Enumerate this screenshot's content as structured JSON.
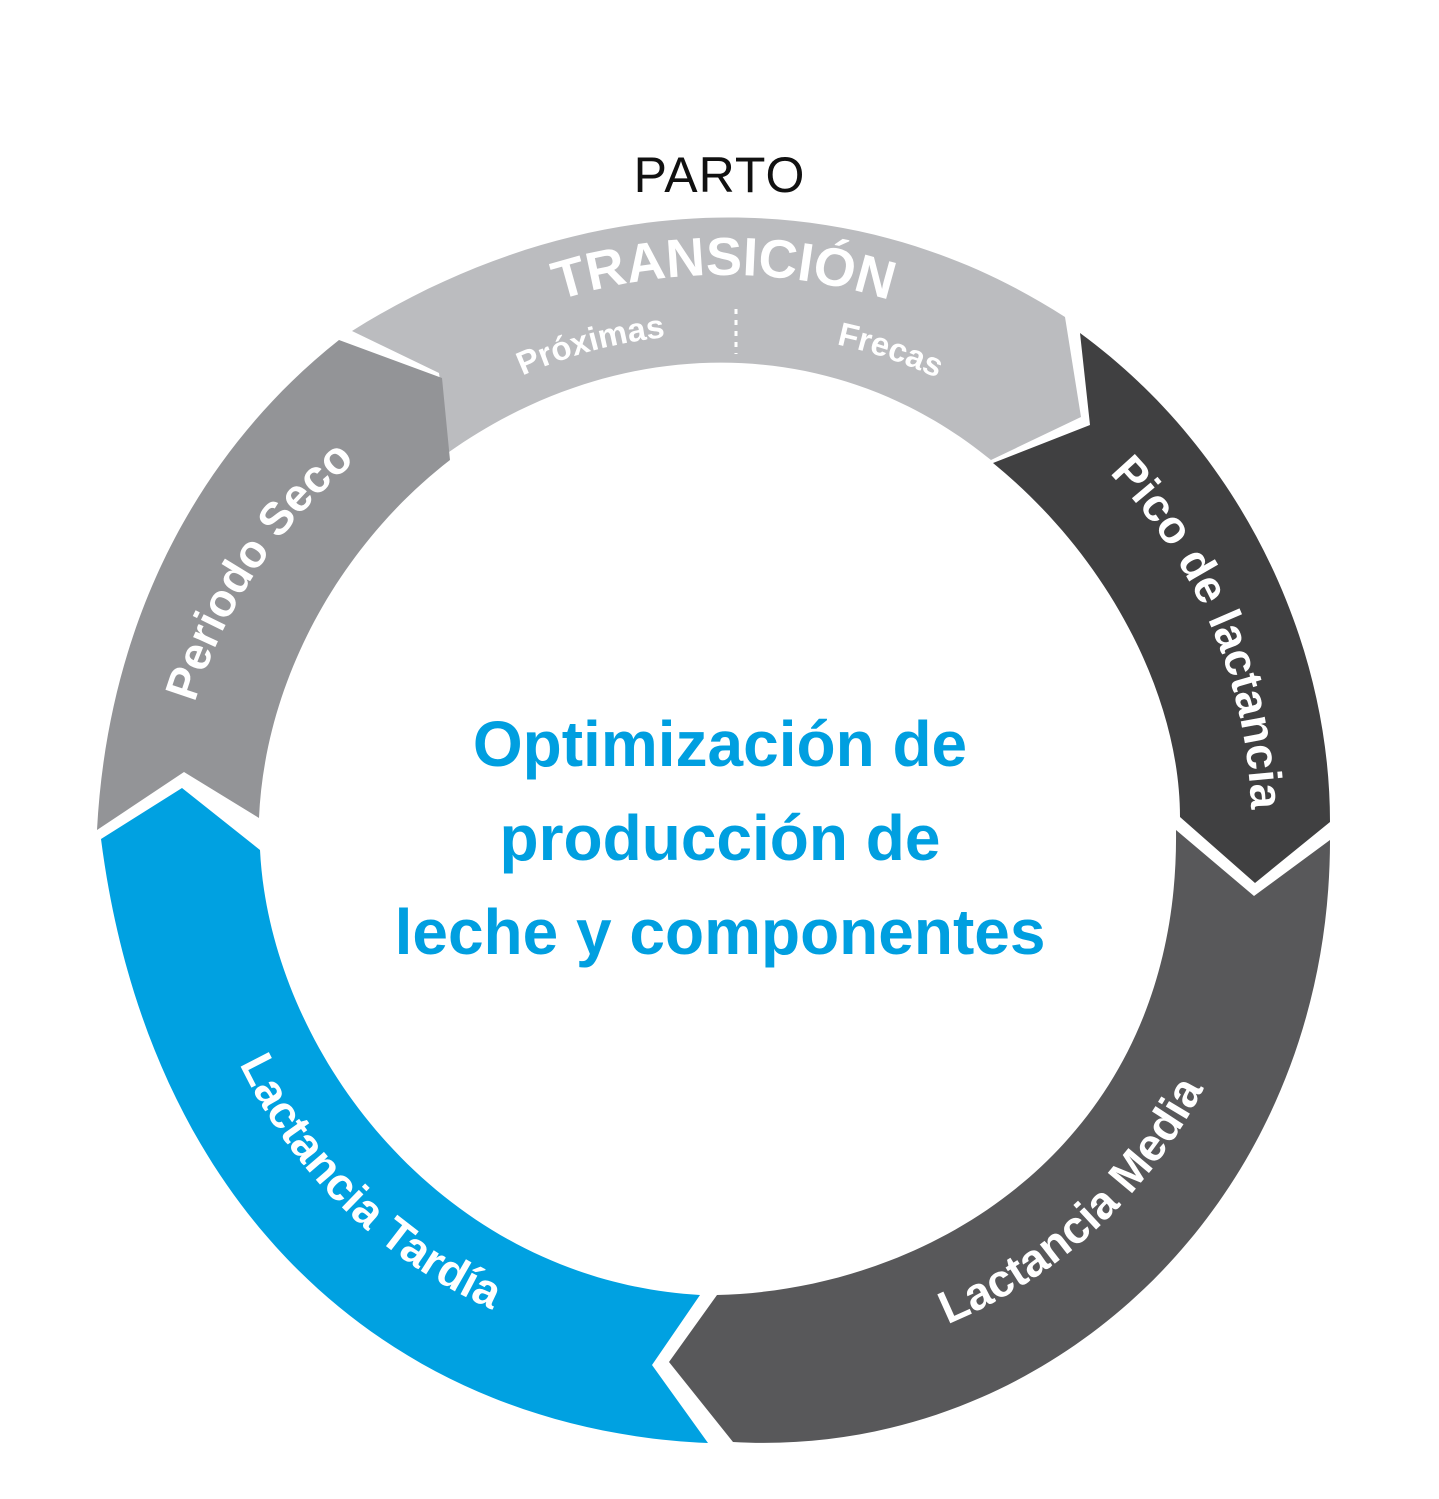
{
  "top_label": "PARTO",
  "center_title": {
    "line1": "Optimización de",
    "line2": "producción de",
    "line3": "leche y componentes"
  },
  "segments": {
    "transicion": {
      "label": "TRANSICIÓN",
      "sub_left": "Próximas",
      "sub_right": "Frecas",
      "color": "#bbbcbf"
    },
    "pico": {
      "label": "Pico de lactancia",
      "color": "#404041"
    },
    "media": {
      "label": "Lactancia Media",
      "color": "#58585a"
    },
    "tardia": {
      "label": "Lactancia Tardía",
      "color": "#00a1e1"
    },
    "seco": {
      "label": "Periodo Seco",
      "color": "#939497"
    }
  },
  "colors": {
    "center_title": "#009fe0",
    "background": "#ffffff"
  }
}
